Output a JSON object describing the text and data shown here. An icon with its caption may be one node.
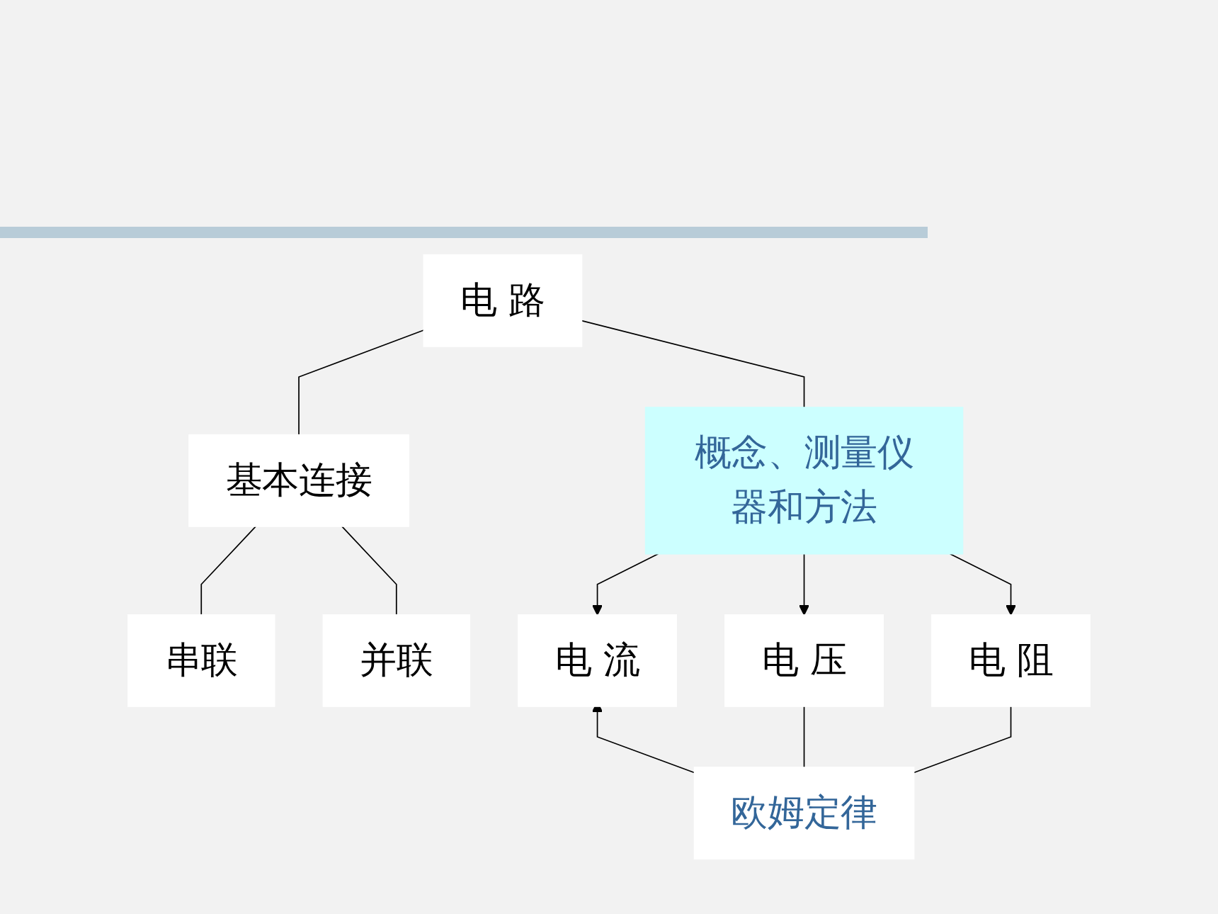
{
  "diagram": {
    "nodes": [
      {
        "text": [
          "电 路"
        ]
      },
      {
        "text": [
          "基本连接"
        ]
      },
      {
        "text": [
          "串联"
        ]
      },
      {
        "text": [
          "并联"
        ]
      },
      {
        "text": [
          "概念、测量仪器和方法"
        ]
      },
      {
        "text": [
          "电 流"
        ]
      },
      {
        "text": [
          "电 压"
        ]
      },
      {
        "text": [
          "电 阻"
        ]
      },
      {
        "text": [
          "欧姆定律"
        ]
      }
    ],
    "edges": [
      {
        "from": 0,
        "to": 1,
        "arrow": "none"
      },
      {
        "from": 1,
        "to": 2,
        "arrow": "none"
      },
      {
        "from": 1,
        "to": 3,
        "arrow": "none"
      },
      {
        "from": 0,
        "to": 4,
        "arrow": "none"
      },
      {
        "from": 4,
        "to": 5,
        "arrow": "to"
      },
      {
        "from": 4,
        "to": 6,
        "arrow": "to"
      },
      {
        "from": 4,
        "to": 7,
        "arrow": "to"
      },
      {
        "from": 8,
        "to": 5,
        "arrow": "to"
      },
      {
        "from": 8,
        "to": 6,
        "arrow": "none"
      },
      {
        "from": 8,
        "to": 7,
        "arrow": "none"
      }
    ]
  }
}
